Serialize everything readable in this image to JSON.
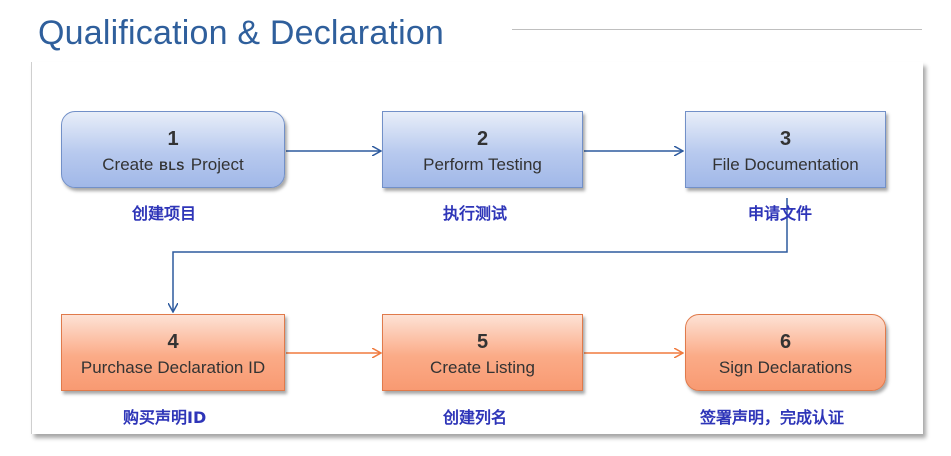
{
  "title": "Qualification & Declaration",
  "steps": [
    {
      "number": "1",
      "label_pre": "Create",
      "label_strong": "BLS",
      "label_post": "Project",
      "chinese": "创建项目"
    },
    {
      "number": "2",
      "label": "Perform Testing",
      "chinese": "执行测试"
    },
    {
      "number": "3",
      "label": "File Documentation",
      "chinese": "申请文件"
    },
    {
      "number": "4",
      "label": "Purchase Declaration ID",
      "chinese": "购买声明ID"
    },
    {
      "number": "5",
      "label": "Create Listing",
      "chinese": "创建列名"
    },
    {
      "number": "6",
      "label": "Sign Declarations",
      "chinese": "签署声明，完成认证"
    }
  ],
  "colors": {
    "title": "#2f5f9c",
    "blue_arrow": "#2d5a9e",
    "orange_arrow": "#f07a3e",
    "chinese_text": "#2e35b8"
  }
}
